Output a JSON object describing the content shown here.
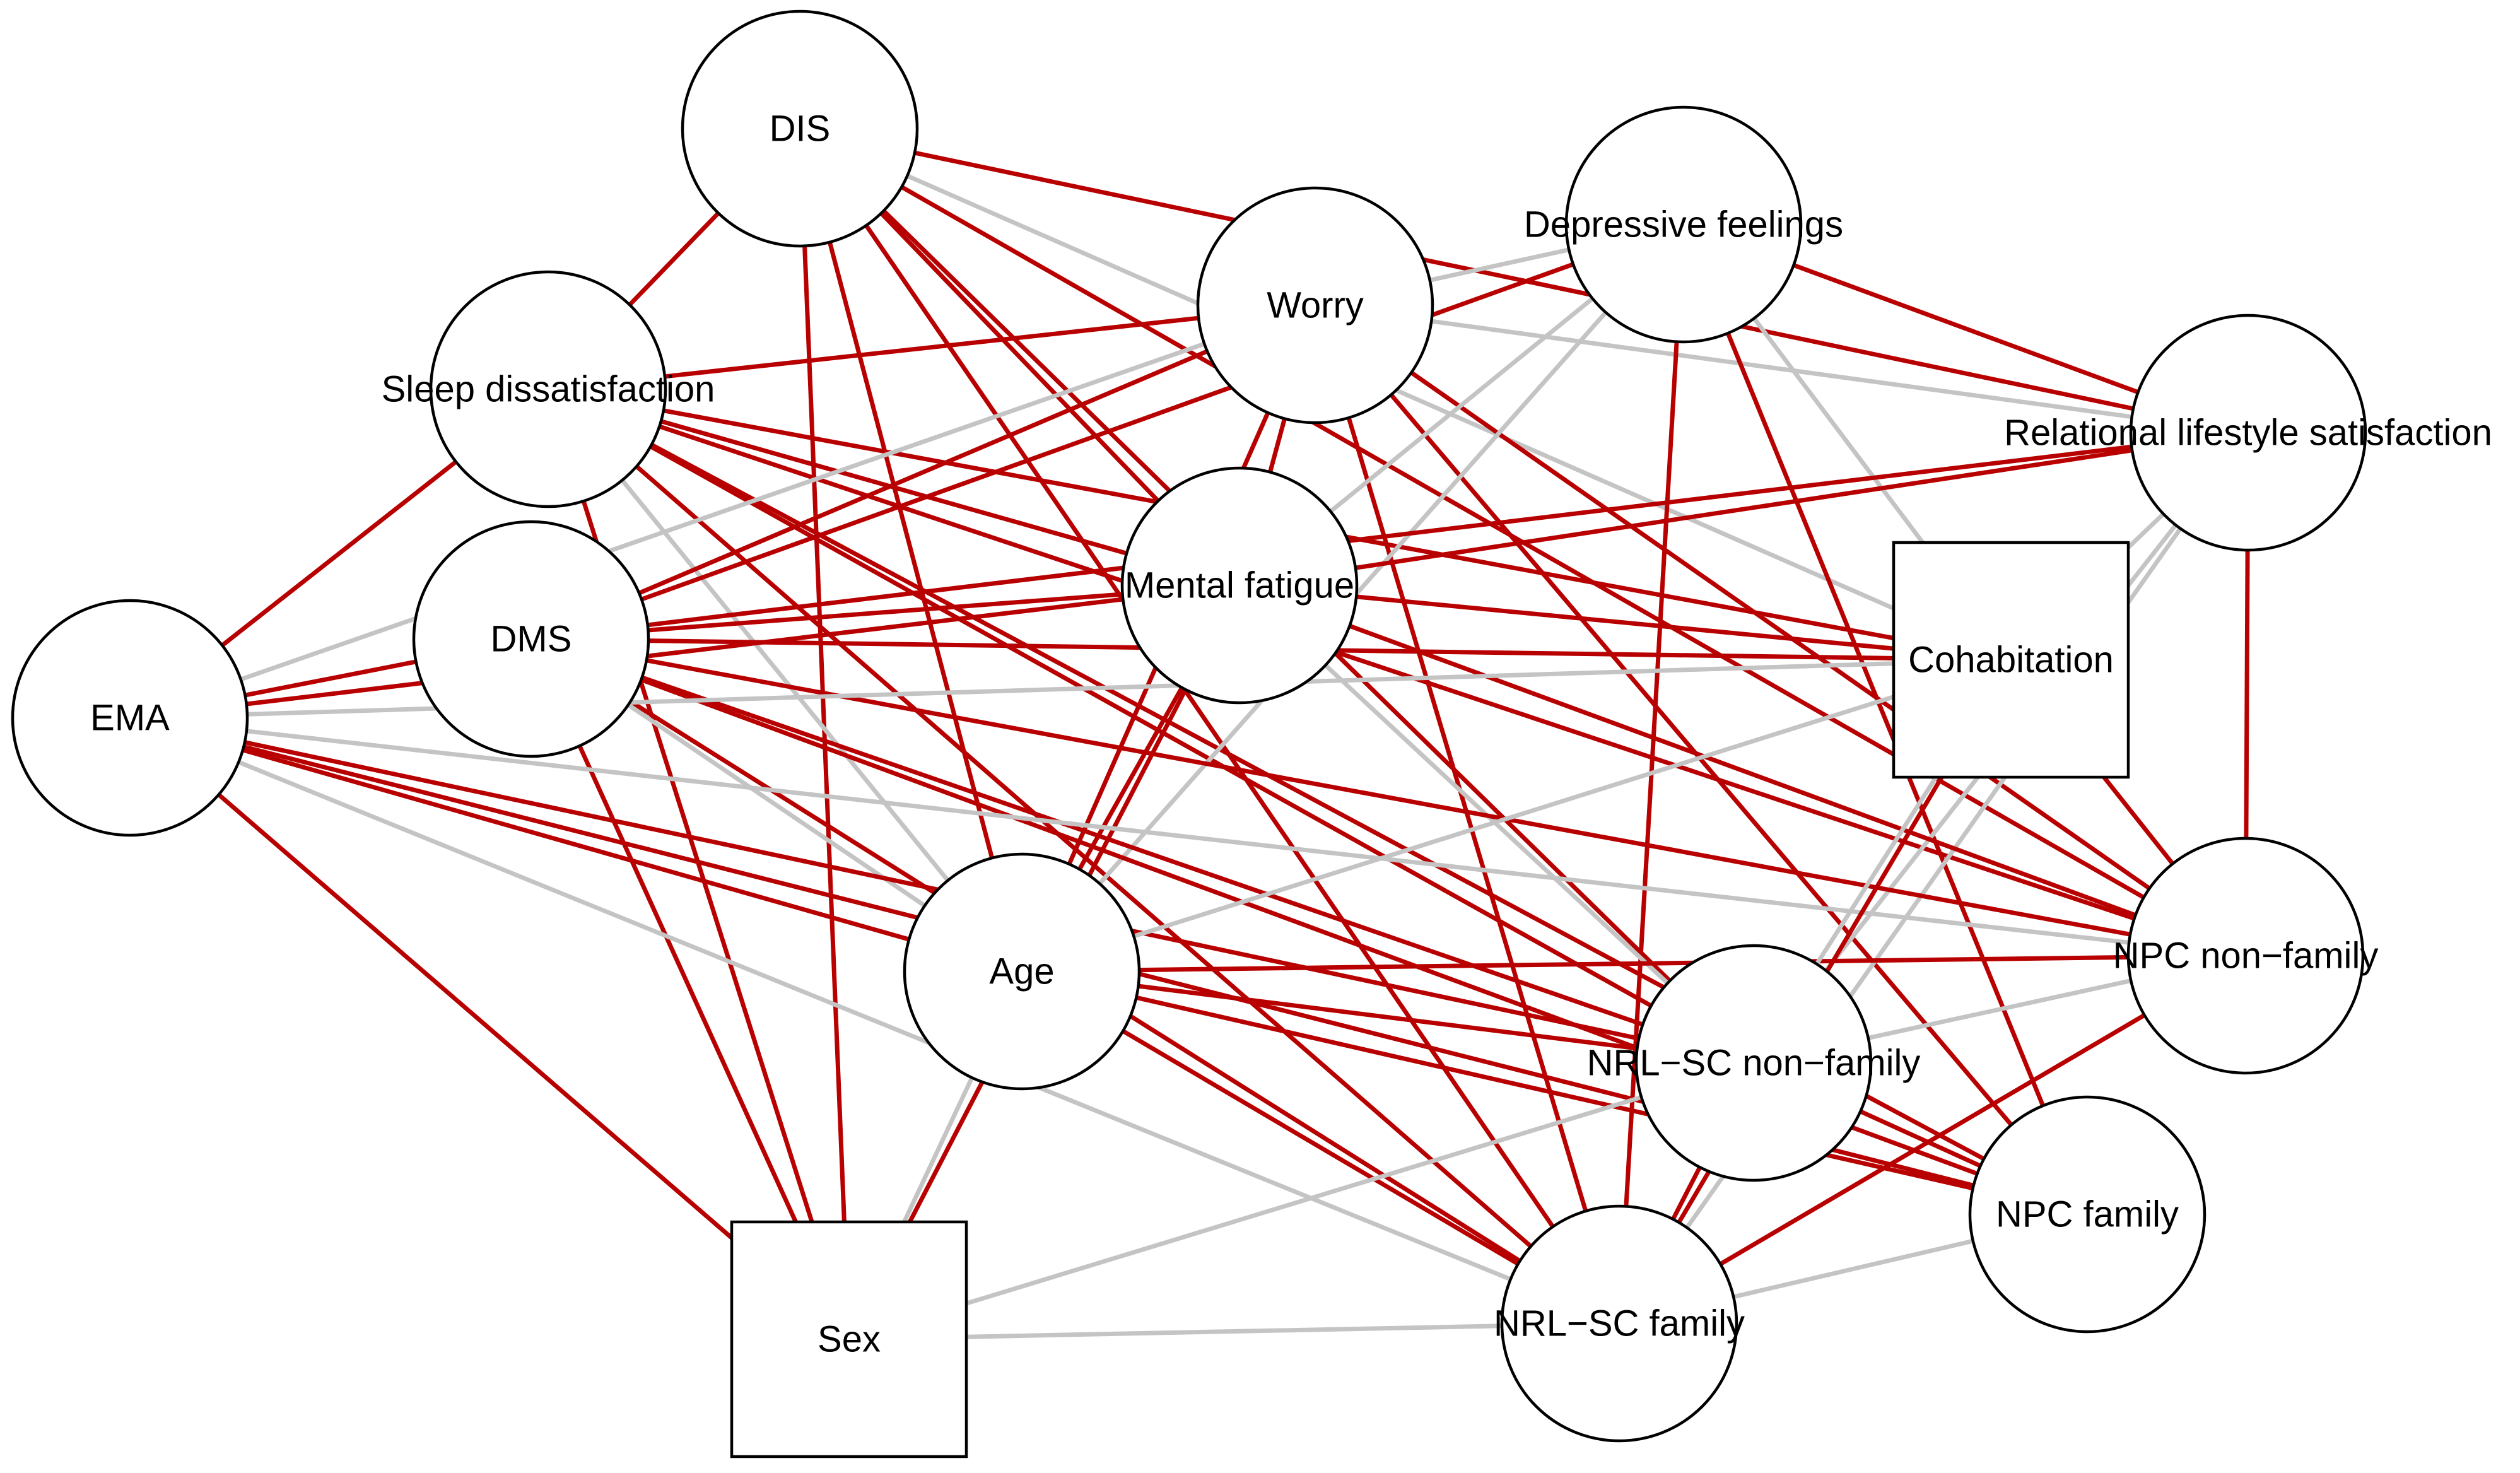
{
  "colors": {
    "edge_red": "#B80000",
    "edge_grey": "#C4C4C4",
    "node_fill": "#FFFFFF",
    "node_stroke": "#000000"
  },
  "nodes": [
    {
      "id": "DIS",
      "label": "DIS",
      "shape": "circle"
    },
    {
      "id": "DepressiveFeelings",
      "label": "Depressive feelings",
      "shape": "circle"
    },
    {
      "id": "Worry",
      "label": "Worry",
      "shape": "circle"
    },
    {
      "id": "SleepDissatisfaction",
      "label": "Sleep dissatisfaction",
      "shape": "circle"
    },
    {
      "id": "RelationalLifestyleSatisfaction",
      "label": "Relational lifestyle satisfaction",
      "shape": "circle"
    },
    {
      "id": "MentalFatigue",
      "label": "Mental fatigue",
      "shape": "circle"
    },
    {
      "id": "DMS",
      "label": "DMS",
      "shape": "circle"
    },
    {
      "id": "Cohabitation",
      "label": "Cohabitation",
      "shape": "square"
    },
    {
      "id": "EMA",
      "label": "EMA",
      "shape": "circle"
    },
    {
      "id": "Age",
      "label": "Age",
      "shape": "circle"
    },
    {
      "id": "NPCNonFamily",
      "label": "NPC non−family",
      "shape": "circle"
    },
    {
      "id": "NRLSCNonFamily",
      "label": "NRL−SC non−family",
      "shape": "circle"
    },
    {
      "id": "NPCFamily",
      "label": "NPC family",
      "shape": "circle"
    },
    {
      "id": "NRLSCFamily",
      "label": "NRL−SC family",
      "shape": "circle"
    },
    {
      "id": "Sex",
      "label": "Sex",
      "shape": "square"
    }
  ],
  "edges": [
    {
      "source": "DIS",
      "target": "SleepDissatisfaction",
      "sign": "positive"
    },
    {
      "source": "DIS",
      "target": "Sex",
      "sign": "positive"
    },
    {
      "source": "DIS",
      "target": "RelationalLifestyleSatisfaction",
      "sign": "positive"
    },
    {
      "source": "DIS",
      "target": "MentalFatigue",
      "sign": "positive"
    },
    {
      "source": "DIS",
      "target": "Age",
      "sign": "positive"
    },
    {
      "source": "DIS",
      "target": "NRLSCNonFamily",
      "sign": "positive"
    },
    {
      "source": "DIS",
      "target": "NPCNonFamily",
      "sign": "positive"
    },
    {
      "source": "DIS",
      "target": "NRLSCFamily",
      "sign": "positive"
    },
    {
      "source": "DIS",
      "target": "Cohabitation",
      "sign": "negative"
    },
    {
      "source": "SleepDissatisfaction",
      "target": "EMA",
      "sign": "positive"
    },
    {
      "source": "SleepDissatisfaction",
      "target": "Worry",
      "sign": "positive"
    },
    {
      "source": "SleepDissatisfaction",
      "target": "Cohabitation",
      "sign": "positive"
    },
    {
      "source": "SleepDissatisfaction",
      "target": "NPCNonFamily",
      "sign": "positive"
    },
    {
      "source": "SleepDissatisfaction",
      "target": "NRLSCNonFamily",
      "sign": "positive"
    },
    {
      "source": "SleepDissatisfaction",
      "target": "NRLSCFamily",
      "sign": "positive"
    },
    {
      "source": "SleepDissatisfaction",
      "target": "NPCFamily",
      "sign": "positive"
    },
    {
      "source": "SleepDissatisfaction",
      "target": "Sex",
      "sign": "positive"
    },
    {
      "source": "SleepDissatisfaction",
      "target": "MentalFatigue",
      "sign": "positive"
    },
    {
      "source": "SleepDissatisfaction",
      "target": "Age",
      "sign": "negative"
    },
    {
      "source": "Worry",
      "target": "DepressiveFeelings",
      "sign": "negative"
    },
    {
      "source": "Worry",
      "target": "DMS",
      "sign": "positive"
    },
    {
      "source": "Worry",
      "target": "MentalFatigue",
      "sign": "positive"
    },
    {
      "source": "Worry",
      "target": "NPCNonFamily",
      "sign": "positive"
    },
    {
      "source": "Worry",
      "target": "NRLSCFamily",
      "sign": "positive"
    },
    {
      "source": "Worry",
      "target": "NPCFamily",
      "sign": "positive"
    },
    {
      "source": "Worry",
      "target": "RelationalLifestyleSatisfaction",
      "sign": "negative"
    },
    {
      "source": "Worry",
      "target": "EMA",
      "sign": "negative"
    },
    {
      "source": "Worry",
      "target": "Age",
      "sign": "positive"
    },
    {
      "source": "DepressiveFeelings",
      "target": "DMS",
      "sign": "positive"
    },
    {
      "source": "DepressiveFeelings",
      "target": "RelationalLifestyleSatisfaction",
      "sign": "positive"
    },
    {
      "source": "DepressiveFeelings",
      "target": "NRLSCFamily",
      "sign": "positive"
    },
    {
      "source": "DepressiveFeelings",
      "target": "NPCFamily",
      "sign": "positive"
    },
    {
      "source": "DepressiveFeelings",
      "target": "Age",
      "sign": "negative"
    },
    {
      "source": "DepressiveFeelings",
      "target": "Cohabitation",
      "sign": "negative"
    },
    {
      "source": "DepressiveFeelings",
      "target": "MentalFatigue",
      "sign": "negative"
    },
    {
      "source": "RelationalLifestyleSatisfaction",
      "target": "DMS",
      "sign": "positive"
    },
    {
      "source": "RelationalLifestyleSatisfaction",
      "target": "MentalFatigue",
      "sign": "positive"
    },
    {
      "source": "RelationalLifestyleSatisfaction",
      "target": "Cohabitation",
      "sign": "negative"
    },
    {
      "source": "RelationalLifestyleSatisfaction",
      "target": "NPCNonFamily",
      "sign": "positive"
    },
    {
      "source": "RelationalLifestyleSatisfaction",
      "target": "NRLSCNonFamily",
      "sign": "negative"
    },
    {
      "source": "RelationalLifestyleSatisfaction",
      "target": "NRLSCFamily",
      "sign": "negative"
    },
    {
      "source": "MentalFatigue",
      "target": "DMS",
      "sign": "positive"
    },
    {
      "source": "MentalFatigue",
      "target": "EMA",
      "sign": "positive"
    },
    {
      "source": "MentalFatigue",
      "target": "Cohabitation",
      "sign": "positive"
    },
    {
      "source": "MentalFatigue",
      "target": "Age",
      "sign": "positive"
    },
    {
      "source": "MentalFatigue",
      "target": "NPCNonFamily",
      "sign": "positive"
    },
    {
      "source": "MentalFatigue",
      "target": "NRLSCNonFamily",
      "sign": "negative"
    },
    {
      "source": "MentalFatigue",
      "target": "Sex",
      "sign": "positive"
    },
    {
      "source": "DMS",
      "target": "EMA",
      "sign": "positive"
    },
    {
      "source": "DMS",
      "target": "Cohabitation",
      "sign": "positive"
    },
    {
      "source": "DMS",
      "target": "NPCNonFamily",
      "sign": "positive"
    },
    {
      "source": "DMS",
      "target": "NRLSCNonFamily",
      "sign": "positive"
    },
    {
      "source": "DMS",
      "target": "NPCFamily",
      "sign": "positive"
    },
    {
      "source": "DMS",
      "target": "NRLSCFamily",
      "sign": "positive"
    },
    {
      "source": "DMS",
      "target": "Sex",
      "sign": "positive"
    },
    {
      "source": "DMS",
      "target": "Age",
      "sign": "negative"
    },
    {
      "source": "EMA",
      "target": "Age",
      "sign": "positive"
    },
    {
      "source": "EMA",
      "target": "Sex",
      "sign": "positive"
    },
    {
      "source": "EMA",
      "target": "NRLSCNonFamily",
      "sign": "positive"
    },
    {
      "source": "EMA",
      "target": "NPCFamily",
      "sign": "positive"
    },
    {
      "source": "EMA",
      "target": "NRLSCFamily",
      "sign": "negative"
    },
    {
      "source": "EMA",
      "target": "NPCNonFamily",
      "sign": "negative"
    },
    {
      "source": "EMA",
      "target": "Cohabitation",
      "sign": "negative"
    },
    {
      "source": "Age",
      "target": "NPCNonFamily",
      "sign": "positive"
    },
    {
      "source": "Age",
      "target": "NRLSCNonFamily",
      "sign": "positive"
    },
    {
      "source": "Age",
      "target": "NPCFamily",
      "sign": "positive"
    },
    {
      "source": "Age",
      "target": "NRLSCFamily",
      "sign": "positive"
    },
    {
      "source": "Age",
      "target": "Sex",
      "sign": "negative"
    },
    {
      "source": "Age",
      "target": "Cohabitation",
      "sign": "negative"
    },
    {
      "source": "Cohabitation",
      "target": "NPCNonFamily",
      "sign": "positive"
    },
    {
      "source": "Cohabitation",
      "target": "NRLSCFamily",
      "sign": "positive"
    },
    {
      "source": "Cohabitation",
      "target": "NRLSCNonFamily",
      "sign": "negative"
    },
    {
      "source": "NPCNonFamily",
      "target": "NRLSCFamily",
      "sign": "positive"
    },
    {
      "source": "NPCNonFamily",
      "target": "NRLSCNonFamily",
      "sign": "negative"
    },
    {
      "source": "NPCFamily",
      "target": "NRLSCNonFamily",
      "sign": "positive"
    },
    {
      "source": "NPCFamily",
      "target": "NRLSCFamily",
      "sign": "negative"
    },
    {
      "source": "NRLSCNonFamily",
      "target": "NRLSCFamily",
      "sign": "positive"
    },
    {
      "source": "NRLSCNonFamily",
      "target": "Sex",
      "sign": "negative"
    },
    {
      "source": "NRLSCFamily",
      "target": "Sex",
      "sign": "negative"
    }
  ]
}
